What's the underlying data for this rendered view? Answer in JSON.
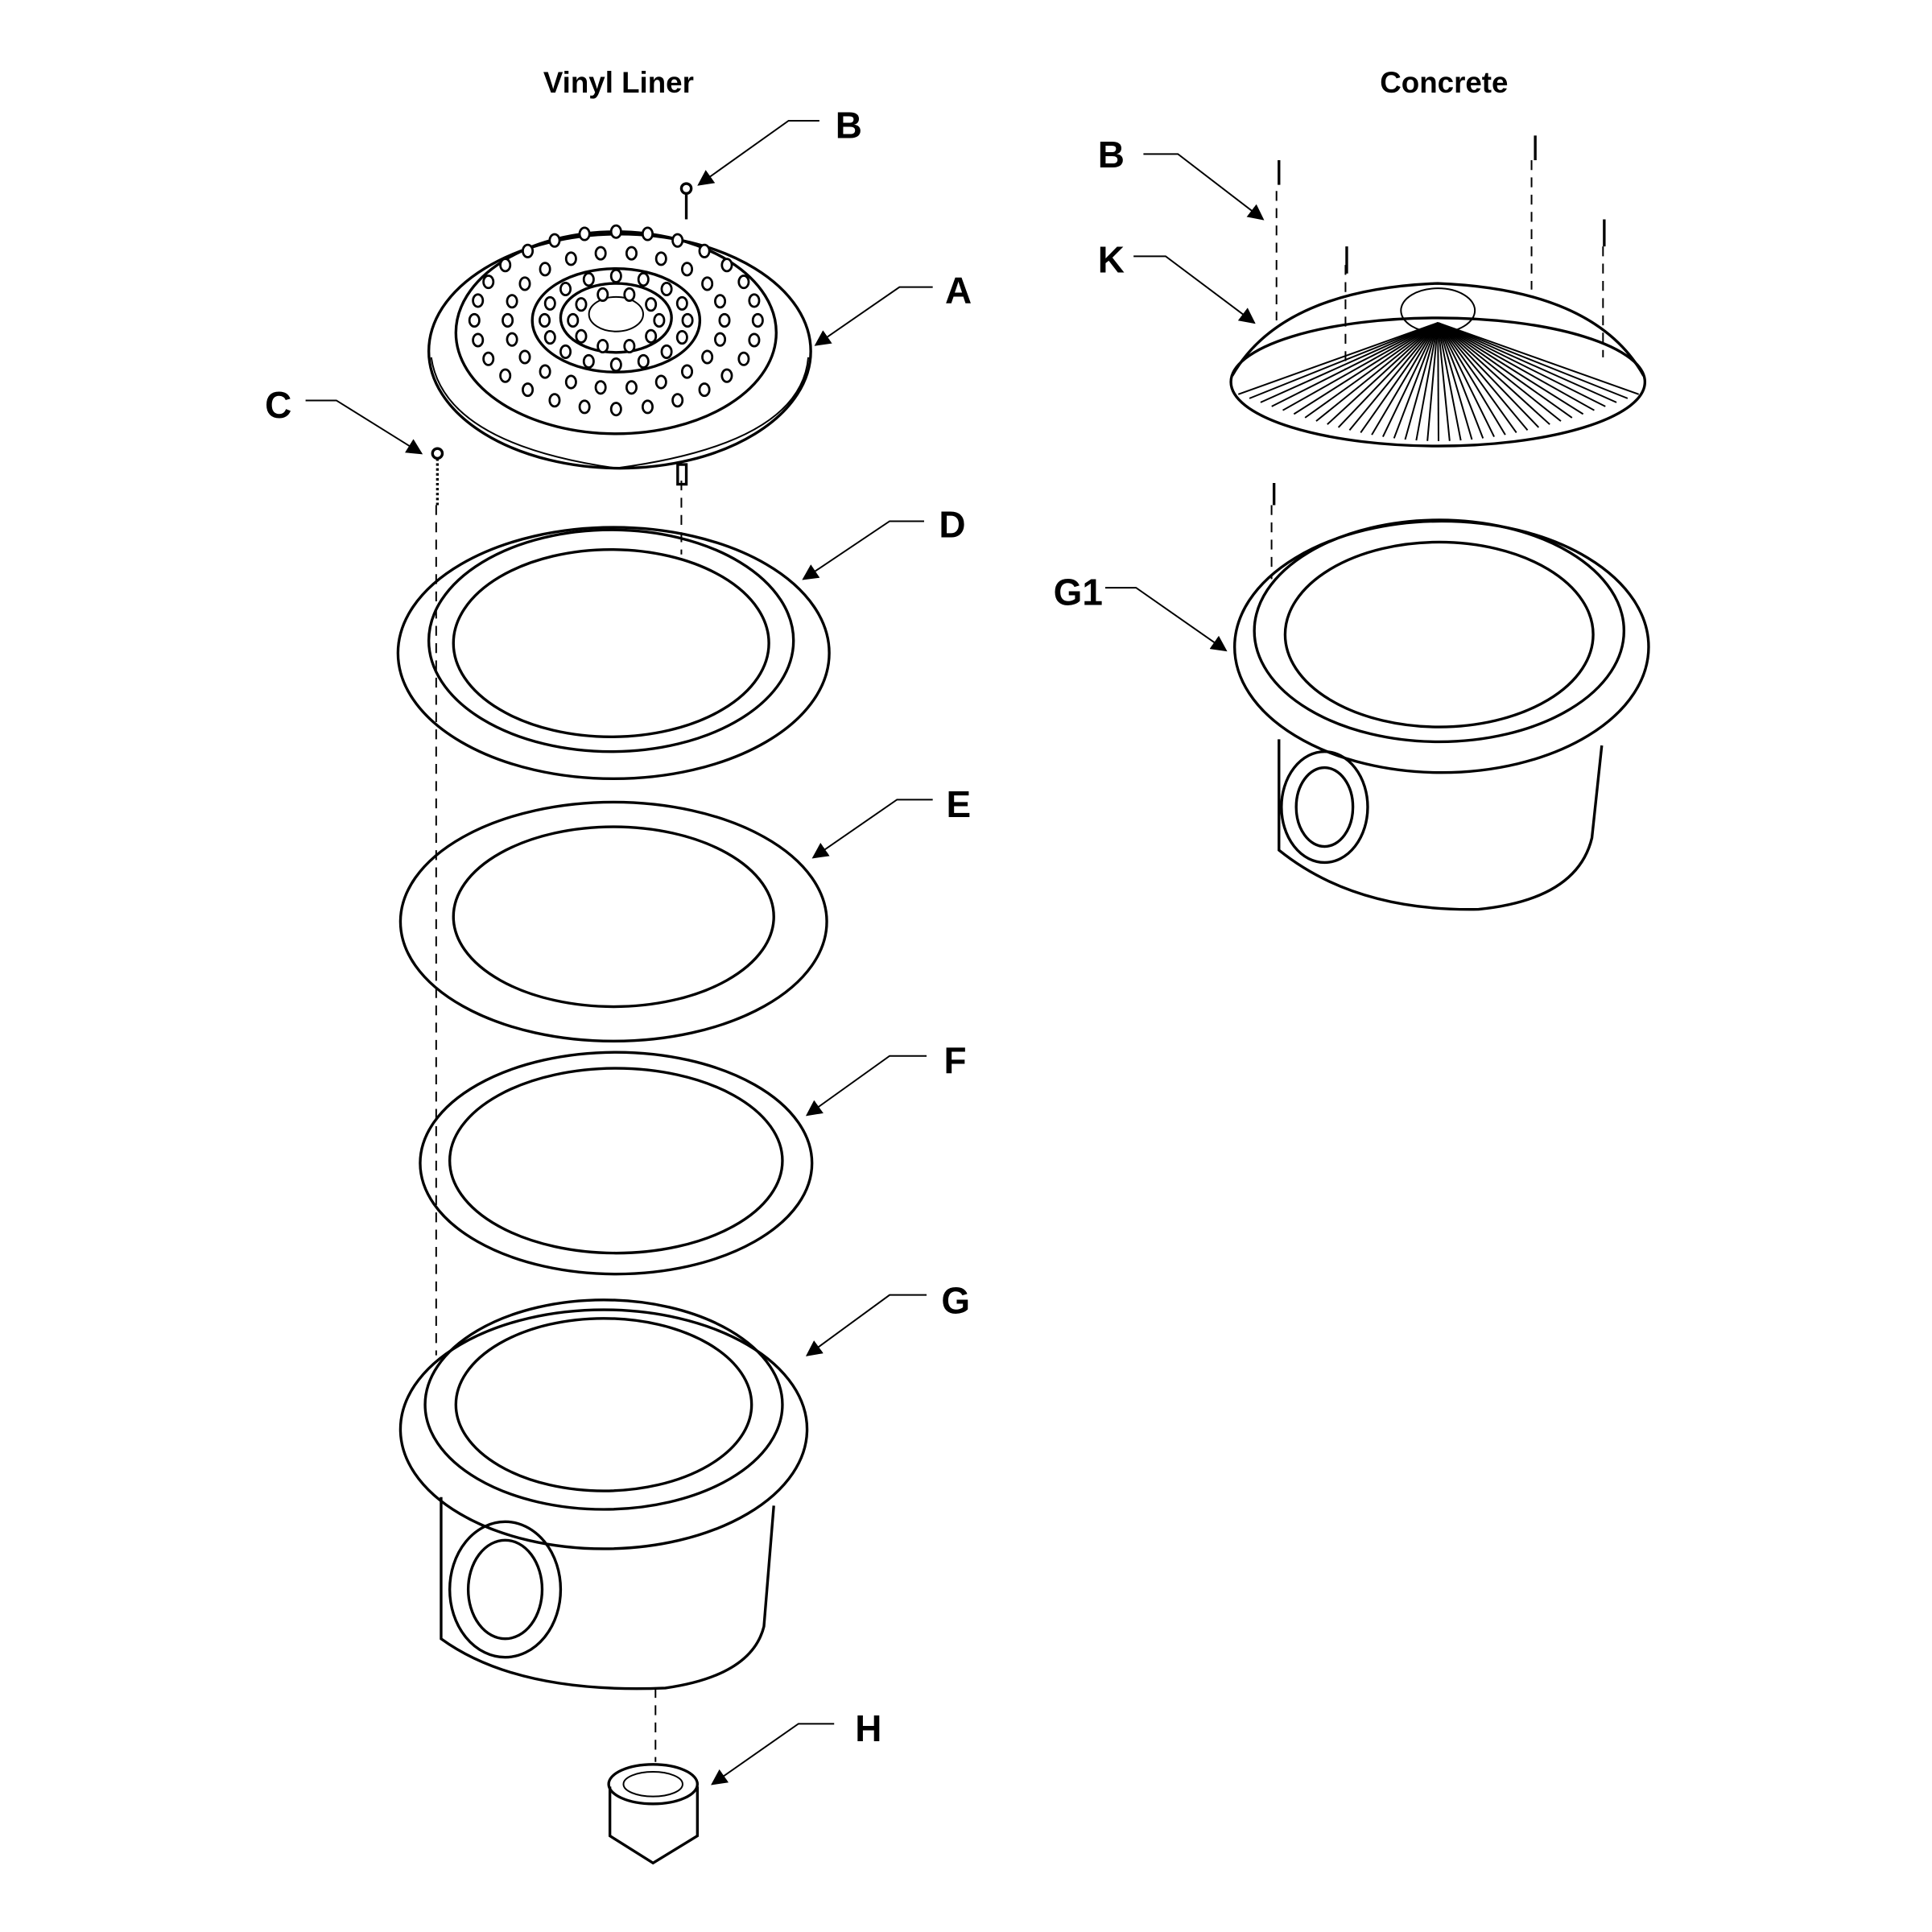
{
  "headers": {
    "vinyl": "Vinyl Liner",
    "concrete": "Concrete"
  },
  "labels": {
    "vinyl": {
      "A": "A",
      "B": "B",
      "C": "C",
      "D": "D",
      "E": "E",
      "F": "F",
      "G": "G",
      "H": "H"
    },
    "concrete": {
      "B": "B",
      "K": "K",
      "G1": "G1"
    }
  }
}
